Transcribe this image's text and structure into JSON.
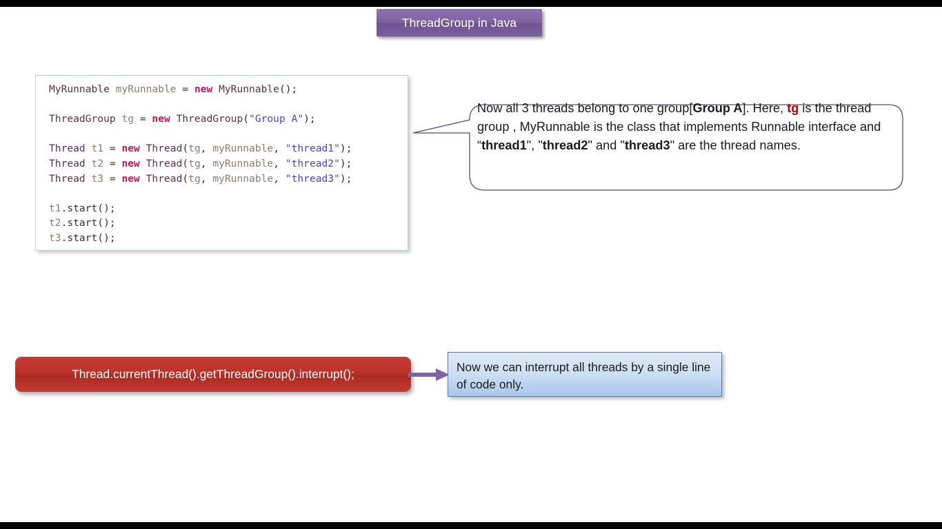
{
  "slide": {
    "title": "ThreadGroup in Java",
    "background_color": "#ffffff",
    "letterbox_color": "#000000"
  },
  "title_banner": {
    "label": "ThreadGroup in Java",
    "fill_color": "#7a5f9e",
    "text_color": "#ffffff"
  },
  "code_box": {
    "border_color": "#b9d2d6",
    "background_color": "#ffffff",
    "lines": [
      "MyRunnable myRunnable = new MyRunnable();",
      "",
      "ThreadGroup tg = new ThreadGroup(\"Group A\");",
      "",
      "Thread t1 = new Thread(tg, myRunnable, \"thread1\");",
      "Thread t2 = new Thread(tg, myRunnable, \"thread2\");",
      "Thread t3 = new Thread(tg, myRunnable, \"thread3\");",
      "",
      "t1.start();",
      "t2.start();",
      "t3.start();"
    ],
    "syntax_colors": {
      "type": "#5c2f4c",
      "variable": "#8a7a74",
      "keyword": "#c2185b",
      "string": "#4b3fd4",
      "plain": "#3a2a30"
    }
  },
  "callout": {
    "text_plain": "Now all 3 threads belong to one group[Group A]. Here, tg is the thread group , MyRunnable is the class that implements Runnable interface and “thread1\", \"thread2\" and \"thread3\" are the thread names.",
    "segments": [
      {
        "text": "Now all 3 threads belong to one group[",
        "style": "normal"
      },
      {
        "text": "Group A",
        "style": "bold"
      },
      {
        "text": "]. Here, ",
        "style": "normal"
      },
      {
        "text": "tg",
        "style": "bold-red"
      },
      {
        "text": " is the thread group , MyRunnable is the class that implements Runnable interface and “",
        "style": "normal"
      },
      {
        "text": "thread1",
        "style": "bold"
      },
      {
        "text": "\", \"",
        "style": "normal"
      },
      {
        "text": "thread2",
        "style": "bold"
      },
      {
        "text": "\" and \"",
        "style": "normal"
      },
      {
        "text": "thread3",
        "style": "bold"
      },
      {
        "text": "\" are the thread names.",
        "style": "normal"
      }
    ],
    "border_color": "#5b4a6e",
    "background_color": "#ffffff",
    "highlight_color": "#c00000"
  },
  "red_bar": {
    "label": "Thread.currentThread().getThreadGroup().interrupt();",
    "fill_color": "#bb332b",
    "text_color": "#ffffff"
  },
  "arrow": {
    "color": "#7c63a8",
    "direction": "right"
  },
  "blue_box": {
    "line1": "Now we can interrupt all threads by a",
    "line2": "single line of code only.",
    "border_color": "#4a7ebb",
    "fill_color": "#c3d9f2",
    "text_color": "#1a1a1a"
  }
}
